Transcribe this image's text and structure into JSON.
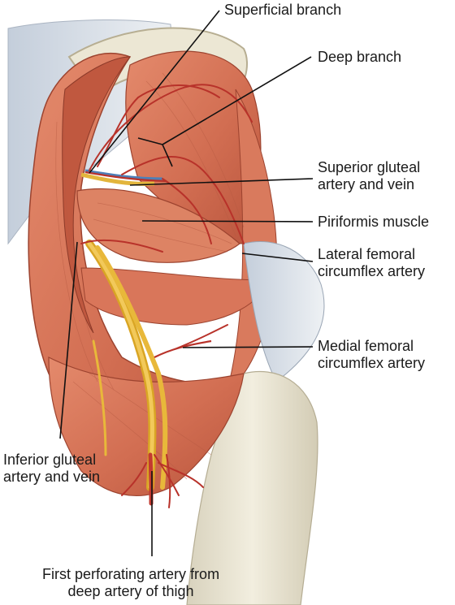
{
  "labels": {
    "superficial_branch": "Superficial branch",
    "deep_branch": "Deep branch",
    "superior_gluteal": "Superior gluteal\nartery and vein",
    "piriformis": "Piriformis muscle",
    "lateral_femoral": "Lateral femoral\ncircumflex artery",
    "medial_femoral": "Medial femoral\ncircumflex artery",
    "inferior_gluteal": "Inferior gluteal\nartery and vein",
    "first_perforating": "First perforating artery from\ndeep artery of thigh"
  },
  "colors": {
    "muscle": "#d9765a",
    "muscle_dark": "#b4503a",
    "artery": "#b8322a",
    "nerve": "#e8b83a",
    "bone": "#e9e4d2",
    "tendon": "#c9d3de",
    "leader": "#111111"
  }
}
